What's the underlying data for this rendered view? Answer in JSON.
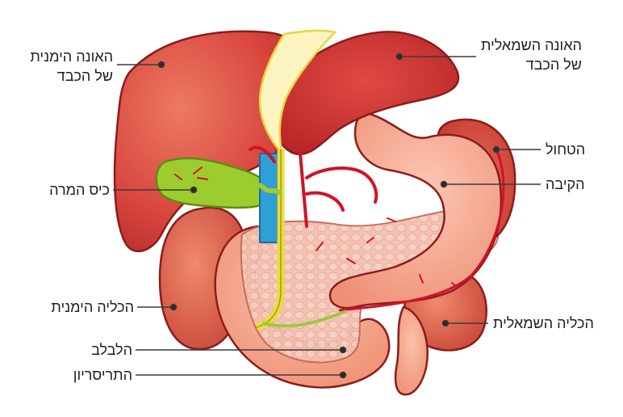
{
  "labels": {
    "right_lobe": {
      "line1": "האונה הימנית",
      "line2": "של הכבד"
    },
    "left_lobe": {
      "line1": "האונה השמאלית",
      "line2": "של הכבד"
    },
    "spleen": "הטחול",
    "stomach": "הקיבה",
    "gallbladder": "כיס המרה",
    "right_kidney": "הכליה הימנית",
    "left_kidney": "הכליה השמאלית",
    "pancreas": "הלבלב",
    "duodenum": "התריסריון"
  },
  "colors": {
    "liver": "#d9473f",
    "liver_dark": "#a8201f",
    "gallbladder": "#9ccc2e",
    "bile_duct": "#e8dd3c",
    "portal_vein": "#2f9fd8",
    "artery": "#d0122a",
    "stomach": "#f6a98d",
    "spleen": "#d8453c",
    "kidney": "#d9553f",
    "pancreas": "#f0b8a6",
    "duodenum": "#f2a58c",
    "leader_line": "#3a3a3a"
  }
}
